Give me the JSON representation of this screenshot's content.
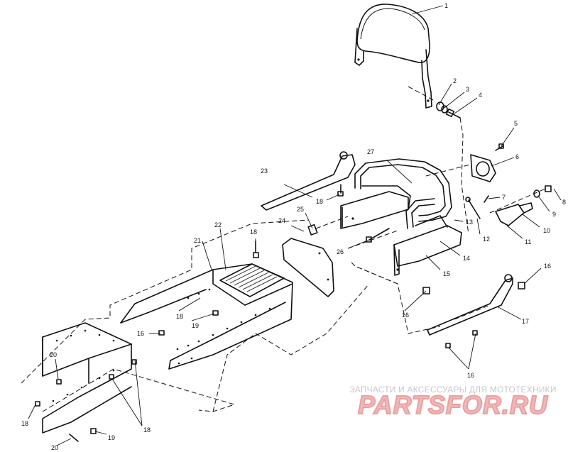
{
  "callouts": {
    "c1": "1",
    "c2": "2",
    "c3": "3",
    "c4": "4",
    "c5": "5",
    "c6": "6",
    "c7": "7",
    "c8": "8",
    "c9": "9",
    "c10": "10",
    "c11": "11",
    "c12": "12",
    "c13": "13",
    "c14": "14",
    "c15": "15",
    "c16a": "16",
    "c16b": "16",
    "c16c": "16",
    "c16d": "16",
    "c17": "17",
    "c18a": "18",
    "c18b": "18",
    "c18c": "18",
    "c18d": "18",
    "c18e": "18",
    "c19a": "19",
    "c19b": "19",
    "c20a": "20",
    "c20b": "20",
    "c21": "21",
    "c22": "22",
    "c23": "23",
    "c24": "24",
    "c25": "25",
    "c26": "26",
    "c27": "27"
  },
  "watermark": {
    "tagline": "ЗАПЧАСТИ И АКСЕССУАРЫ ДЛЯ МОТОТЕХНИКИ",
    "brand": "PARTSFOR.RU",
    "tagline_color": "#c8c8c8",
    "brand_color": "#f2b8b8"
  }
}
